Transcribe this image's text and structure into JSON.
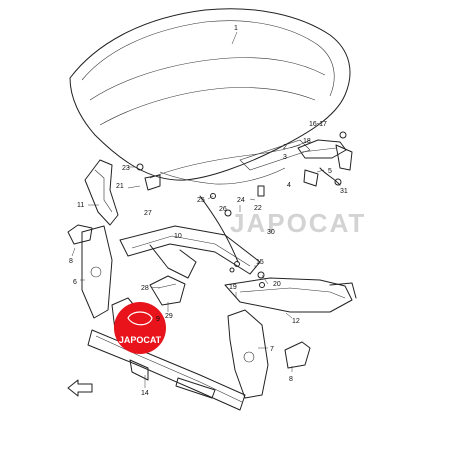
{
  "callouts": [
    {
      "id": "c1",
      "text": "1"
    },
    {
      "id": "c2",
      "text": "2"
    },
    {
      "id": "c3",
      "text": "3"
    },
    {
      "id": "c4",
      "text": "4"
    },
    {
      "id": "c5",
      "text": "5"
    },
    {
      "id": "c6",
      "text": "6"
    },
    {
      "id": "c7",
      "text": "7"
    },
    {
      "id": "c8a",
      "text": "8"
    },
    {
      "id": "c8b",
      "text": "8"
    },
    {
      "id": "c9",
      "text": "9"
    },
    {
      "id": "c10",
      "text": "10"
    },
    {
      "id": "c11",
      "text": "11"
    },
    {
      "id": "c12",
      "text": "12"
    },
    {
      "id": "c14",
      "text": "14"
    },
    {
      "id": "c15",
      "text": "15"
    },
    {
      "id": "c1617",
      "text": "16-17"
    },
    {
      "id": "c18",
      "text": "18"
    },
    {
      "id": "c19",
      "text": "19"
    },
    {
      "id": "c20",
      "text": "20"
    },
    {
      "id": "c21",
      "text": "21"
    },
    {
      "id": "c22",
      "text": "22"
    },
    {
      "id": "c23",
      "text": "23"
    },
    {
      "id": "c24",
      "text": "24"
    },
    {
      "id": "c25",
      "text": "25"
    },
    {
      "id": "c26",
      "text": "26"
    },
    {
      "id": "c27",
      "text": "27"
    },
    {
      "id": "c28",
      "text": "28"
    },
    {
      "id": "c29",
      "text": "29"
    },
    {
      "id": "c30",
      "text": "30"
    },
    {
      "id": "c31",
      "text": "31"
    }
  ],
  "watermark": {
    "text": "JAPOCAT",
    "logo_text": "JAPOCAT",
    "logo_color": "#e8131b"
  }
}
